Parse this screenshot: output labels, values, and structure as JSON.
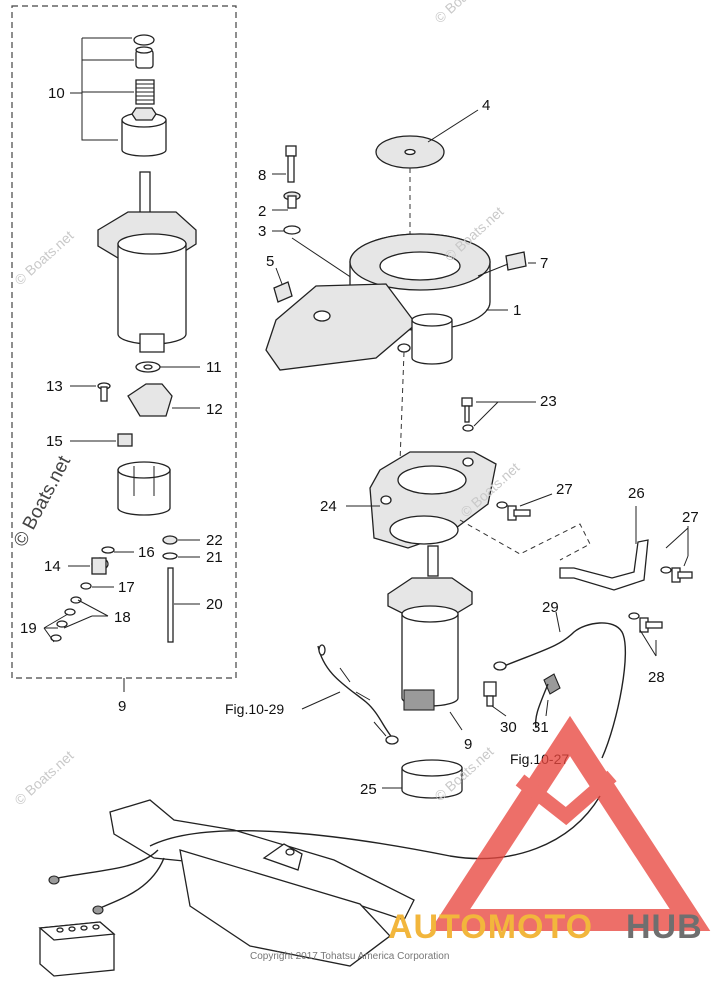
{
  "labels": {
    "p1": "1",
    "p2": "2",
    "p3": "3",
    "p4": "4",
    "p5": "5",
    "p7": "7",
    "p8": "8",
    "p9_box": "9",
    "p9_motor": "9",
    "p10": "10",
    "p11": "11",
    "p12": "12",
    "p13": "13",
    "p14": "14",
    "p15": "15",
    "p16": "16",
    "p17": "17",
    "p18": "18",
    "p19": "19",
    "p20": "20",
    "p21": "21",
    "p22": "22",
    "p23": "23",
    "p24": "24",
    "p25": "25",
    "p26": "26",
    "p27_a": "27",
    "p27_b": "27",
    "p28": "28",
    "p29": "29",
    "p30": "30",
    "p31": "31"
  },
  "references": {
    "fig_10_29": "Fig.10-29",
    "fig_10_27": "Fig.10-27"
  },
  "watermarks": {
    "boats_net": "© Boats.net",
    "boats_net_main": "© Boats.net"
  },
  "copyright": "Copyright 2017 Tohatsu America Corporation",
  "brand": {
    "part_a": "AUTOMOTO",
    "part_b": "HUB"
  },
  "colors": {
    "brand_yellow": "#f2b63c",
    "brand_gray": "#6f6f6f",
    "logo_red": "#e8473f",
    "line": "#222222"
  }
}
